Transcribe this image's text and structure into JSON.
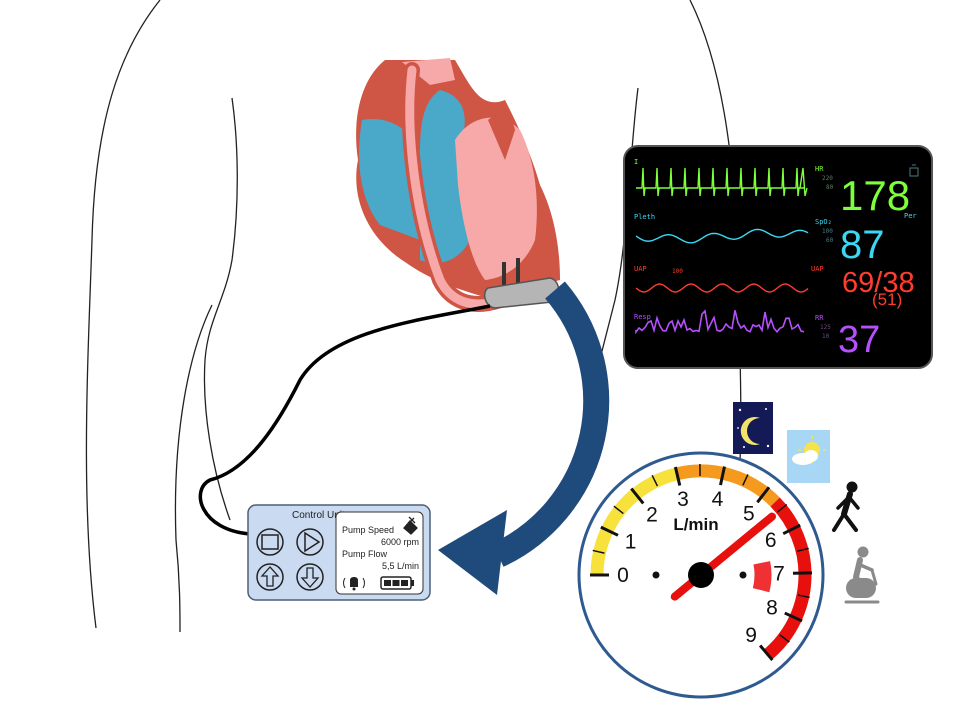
{
  "control_unit": {
    "title": "Control Unit",
    "speed_label": "Pump Speed",
    "speed_value": "6000 rpm",
    "flow_label": "Pump Flow",
    "flow_value": "5,5 L/min"
  },
  "monitor": {
    "channels": [
      {
        "label": "I",
        "param": "HR",
        "scale_hi": "220",
        "scale_lo": "80",
        "value": "178"
      },
      {
        "label": "Pleth",
        "param": "SpO₂",
        "scale_hi": "100",
        "scale_lo": "60",
        "value": "87"
      },
      {
        "label": "UAP",
        "param": "UAP",
        "mark": "100",
        "value": "69/38",
        "subvalue": "(51)"
      },
      {
        "label": "Resp",
        "param": "RR",
        "scale_hi": "125",
        "scale_lo": "10",
        "value": "37"
      }
    ],
    "side_label": "Per"
  },
  "gauge": {
    "unit": "L/min",
    "ticks": [
      "0",
      "1",
      "2",
      "3",
      "4",
      "5",
      "6",
      "7",
      "8",
      "9"
    ],
    "min": 0,
    "max": 9,
    "needle_value": 5.5,
    "range_low": 6.6,
    "range_high": 7.6
  },
  "activities": [
    "moon-icon",
    "sun-icon",
    "walking-icon",
    "exercise-bike-icon"
  ],
  "colors": {
    "blood_red": "#cf5545",
    "blood_pink": "#f7a8a8",
    "venous_blue": "#4aa8c8",
    "arrow_blue": "#1f4a7c",
    "control_bg": "#c9daf1",
    "monitor_bg": "#000000",
    "hr_green": "#7dff3a",
    "spo2_cyan": "#3cd7f2",
    "bp_red": "#ff3d2e",
    "rr_purple": "#b650ff",
    "gauge_yellow": "#f7e23d",
    "gauge_red": "#e8100c"
  }
}
